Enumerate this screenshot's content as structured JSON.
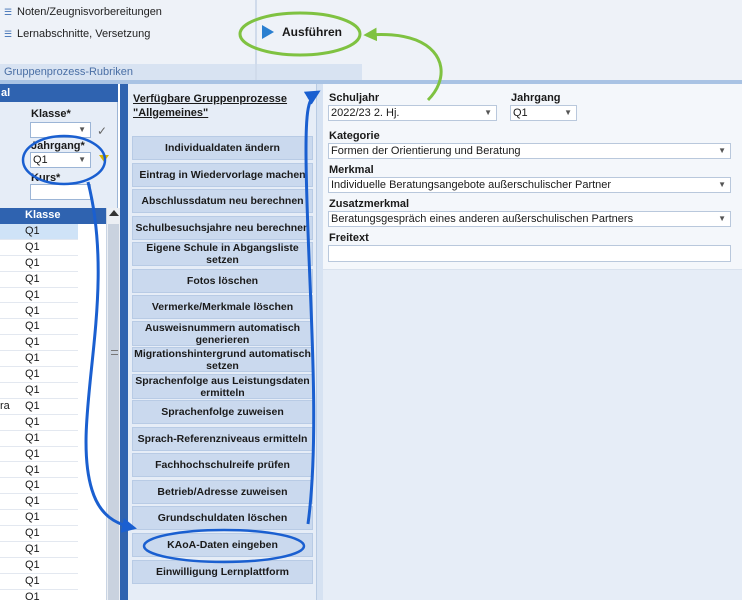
{
  "ribbon": {
    "items": [
      {
        "label": "Noten/Zeugnisvorbereitungen",
        "icon": "list-icon"
      },
      {
        "label": "Lernabschnitte, Versetzung",
        "icon": "list-icon"
      }
    ],
    "group_label": "Gruppenprozess-Rubriken",
    "execute_label": "Ausführen"
  },
  "filter": {
    "klasse_label": "Klasse*",
    "klasse_value": "",
    "jahrgang_label": "Jahrgang*",
    "jahrgang_value": "Q1",
    "kurs_label": "Kurs*",
    "kurs_value": ""
  },
  "list": {
    "header_col2": "Klasse",
    "rows": [
      {
        "c1": "",
        "c2": "Q1"
      },
      {
        "c1": "",
        "c2": "Q1"
      },
      {
        "c1": "",
        "c2": "Q1"
      },
      {
        "c1": "",
        "c2": "Q1"
      },
      {
        "c1": "",
        "c2": "Q1"
      },
      {
        "c1": "",
        "c2": "Q1"
      },
      {
        "c1": "",
        "c2": "Q1"
      },
      {
        "c1": "",
        "c2": "Q1"
      },
      {
        "c1": "",
        "c2": "Q1"
      },
      {
        "c1": "",
        "c2": "Q1"
      },
      {
        "c1": "",
        "c2": "Q1"
      },
      {
        "c1": "ra",
        "c2": "Q1"
      },
      {
        "c1": "",
        "c2": "Q1"
      },
      {
        "c1": "",
        "c2": "Q1"
      },
      {
        "c1": "",
        "c2": "Q1"
      },
      {
        "c1": "",
        "c2": "Q1"
      },
      {
        "c1": "",
        "c2": "Q1"
      },
      {
        "c1": "",
        "c2": "Q1"
      },
      {
        "c1": "",
        "c2": "Q1"
      },
      {
        "c1": "",
        "c2": "Q1"
      },
      {
        "c1": "",
        "c2": "Q1"
      },
      {
        "c1": "",
        "c2": "Q1"
      },
      {
        "c1": "",
        "c2": "Q1"
      },
      {
        "c1": "",
        "c2": "Q1"
      }
    ]
  },
  "processes": {
    "title_line1": "Verfügbare Gruppenprozesse",
    "title_line2": "\"Allgemeines\"",
    "buttons": [
      "Individualdaten ändern",
      "Eintrag in Wiedervorlage machen",
      "Abschlussdatum neu berechnen",
      "Schulbesuchsjahre neu berechnen",
      "Eigene Schule in Abgangsliste setzen",
      "Fotos löschen",
      "Vermerke/Merkmale löschen",
      "Ausweisnummern automatisch generieren",
      "Migrationshintergrund automatisch setzen",
      "Sprachenfolge aus Leistungsdaten ermitteln",
      "Sprachenfolge zuweisen",
      "Sprach-Referenzniveaus ermitteln",
      "Fachhochschulreife prüfen",
      "Betrieb/Adresse zuweisen",
      "Grundschuldaten löschen",
      "KAoA-Daten eingeben",
      "Einwilligung Lernplattform"
    ]
  },
  "form": {
    "schuljahr_label": "Schuljahr",
    "schuljahr_value": "2022/23 2. Hj.",
    "jahrgang_label": "Jahrgang",
    "jahrgang_value": "Q1",
    "kategorie_label": "Kategorie",
    "kategorie_value": "Formen der Orientierung und Beratung",
    "merkmal_label": "Merkmal",
    "merkmal_value": "Individuelle Beratungsangebote außerschulischer Partner",
    "zusatzmerkmal_label": "Zusatzmerkmal",
    "zusatzmerkmal_value": "Beratungsgespräch eines anderen außerschulischen Partners",
    "freitext_label": "Freitext",
    "freitext_value": ""
  },
  "colors": {
    "accent_blue": "#2f63b0",
    "annotation_blue": "#1a5fd0",
    "annotation_green": "#7fc241"
  }
}
